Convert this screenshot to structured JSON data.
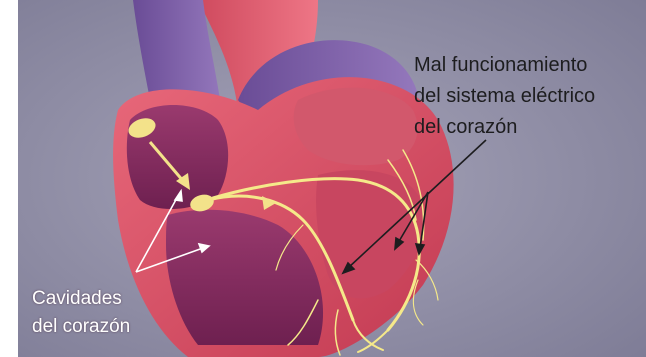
{
  "annotations": {
    "electrical_malfunction": {
      "lines": [
        "Mal funcionamiento",
        "del sistema eléctrico",
        "del corazón"
      ]
    },
    "heart_chambers": {
      "lines": [
        "Cavidades",
        "del corazón"
      ]
    }
  },
  "colors": {
    "background": "#8e8ea8",
    "heart_wall": "#d94b5c",
    "heart_chamber": "#8a2a5a",
    "vessel_purple": "#7a5aa0",
    "conduction_path": "#f5e98a",
    "top_label_text": "#1d1d1f",
    "bottom_label_text": "#ffffff"
  },
  "icons": [
    "sinoatrial-node",
    "atrioventricular-node",
    "conduction-fibers"
  ]
}
